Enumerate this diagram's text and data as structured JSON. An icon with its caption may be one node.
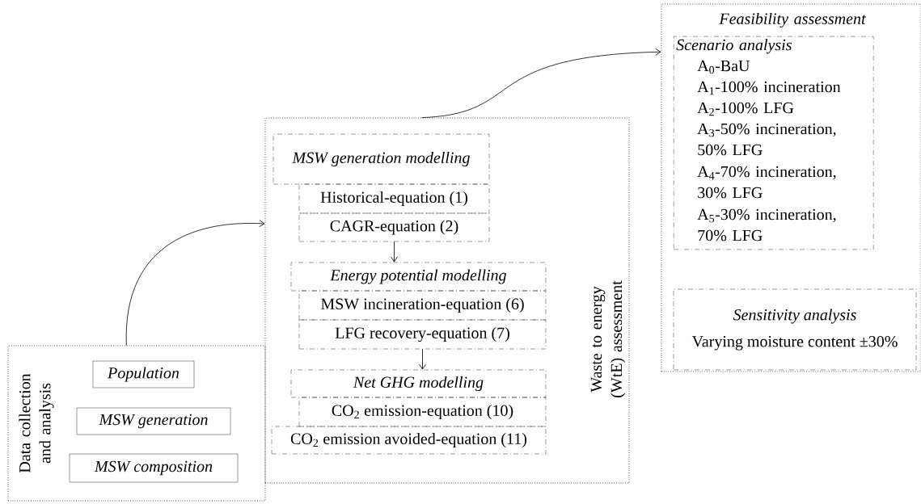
{
  "diagram": {
    "nodes": [
      {
        "text": [
          "Data collection and analysis"
        ]
      },
      {
        "text": [
          "Population"
        ],
        "in": 0
      },
      {
        "text": [
          "MSW generation"
        ],
        "in": 0
      },
      {
        "text": [
          "MSW composition"
        ],
        "in": 0
      },
      {
        "text": [
          "Waste to energy (WtE) assessment"
        ]
      },
      {
        "text": [
          "MSW generation modelling"
        ],
        "in": 4
      },
      {
        "text": [
          "Historical-equation (1)"
        ],
        "in": 4
      },
      {
        "text": [
          "CAGR-equation (2)"
        ],
        "in": 4
      },
      {
        "text": [
          "Energy potential modelling"
        ],
        "in": 4
      },
      {
        "text": [
          "MSW incineration-equation (6)"
        ],
        "in": 4
      },
      {
        "text": [
          "LFG recovery-equation (7)"
        ],
        "in": 4
      },
      {
        "text": [
          "Net GHG modelling"
        ],
        "in": 4
      },
      {
        "text": [
          "CO$_{2}$ emission-equation (10)"
        ],
        "in": 4
      },
      {
        "text": [
          "CO$_{2}$ emission avoided-equation (11)"
        ],
        "in": 4
      },
      {
        "text": [
          "Feasibility assessment"
        ]
      },
      {
        "text": [
          "Scenario analysis",
          "A$_{0}$-BaU",
          "A$_{1}$-100% incineration",
          "A$_{2}$-100% LFG",
          "A$_{3}$-50% incineration, 50% LFG",
          "A$_{4}$-70% incineration, 30% LFG",
          "A$_{5}$-30% incineration, 70% LFG"
        ],
        "in": 14
      },
      {
        "text": [
          "Sensitivity analysis",
          "Varying moisture content ±30%"
        ],
        "in": 14
      }
    ],
    "edges": [
      {
        "from": 0,
        "to": 4,
        "arrow": "to"
      },
      {
        "from": 4,
        "to": 14,
        "arrow": "to"
      },
      {
        "from": 7,
        "to": 8,
        "arrow": "to"
      },
      {
        "from": 10,
        "to": 11,
        "arrow": "to"
      }
    ]
  }
}
